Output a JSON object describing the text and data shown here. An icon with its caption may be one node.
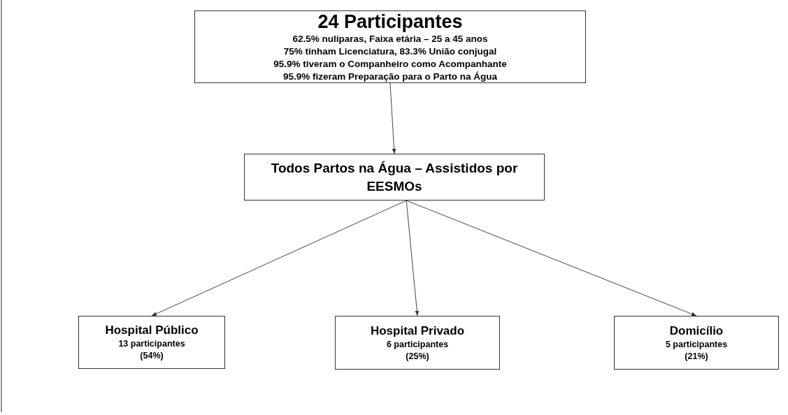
{
  "diagram": {
    "nodes": [
      {
        "text": [
          "24 Participantes",
          "62.5% nulíparas, Faixa etária – 25 a 45 anos",
          "75% tinham Licenciatura, 83.3%  União conjugal",
          "95.9% tiveram o Companheiro como Acompanhante",
          "95.9%  fizeram Preparação para o Parto na Água"
        ]
      },
      {
        "text": [
          "Todos Partos na Água – Assistidos por EESMOs"
        ]
      },
      {
        "text": [
          "Hospital Público",
          "13 participantes",
          "(54%)"
        ]
      },
      {
        "text": [
          "Hospital Privado",
          "6 participantes",
          "(25%)"
        ]
      },
      {
        "text": [
          "Domicílio",
          "5 participantes",
          "(21%)"
        ]
      }
    ],
    "edges": [
      {
        "from": 0,
        "to": 1,
        "arrow": "to"
      },
      {
        "from": 1,
        "to": 2,
        "arrow": "to"
      },
      {
        "from": 1,
        "to": 3,
        "arrow": "to"
      },
      {
        "from": 1,
        "to": 4,
        "arrow": "to"
      }
    ]
  }
}
